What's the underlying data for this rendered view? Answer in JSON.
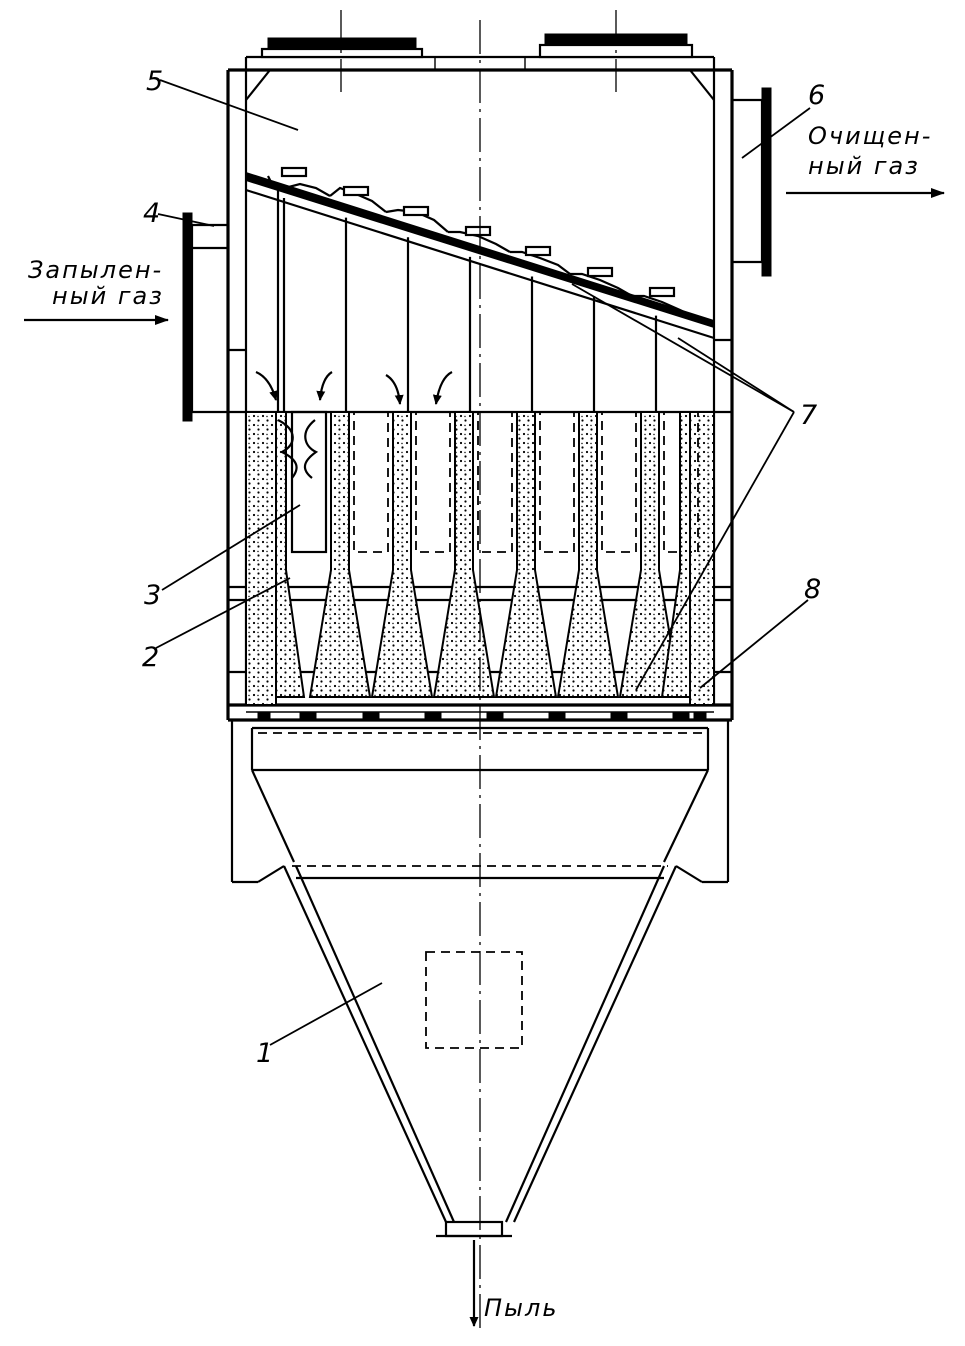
{
  "labels": {
    "hopper": "1",
    "cyclone_body": "2",
    "exhaust_tube": "3",
    "inlet_pipe": "4",
    "clean_gas_chamber": "5",
    "outlet_pipe": "6",
    "tube_sheets": "7",
    "lower_sheet": "8"
  },
  "captions": {
    "dusty_gas_line1": "Запылен-",
    "dusty_gas_line2": "ный газ",
    "clean_gas_line1": "Очищен-",
    "clean_gas_line2": "ный газ",
    "dust": "Пыль"
  }
}
